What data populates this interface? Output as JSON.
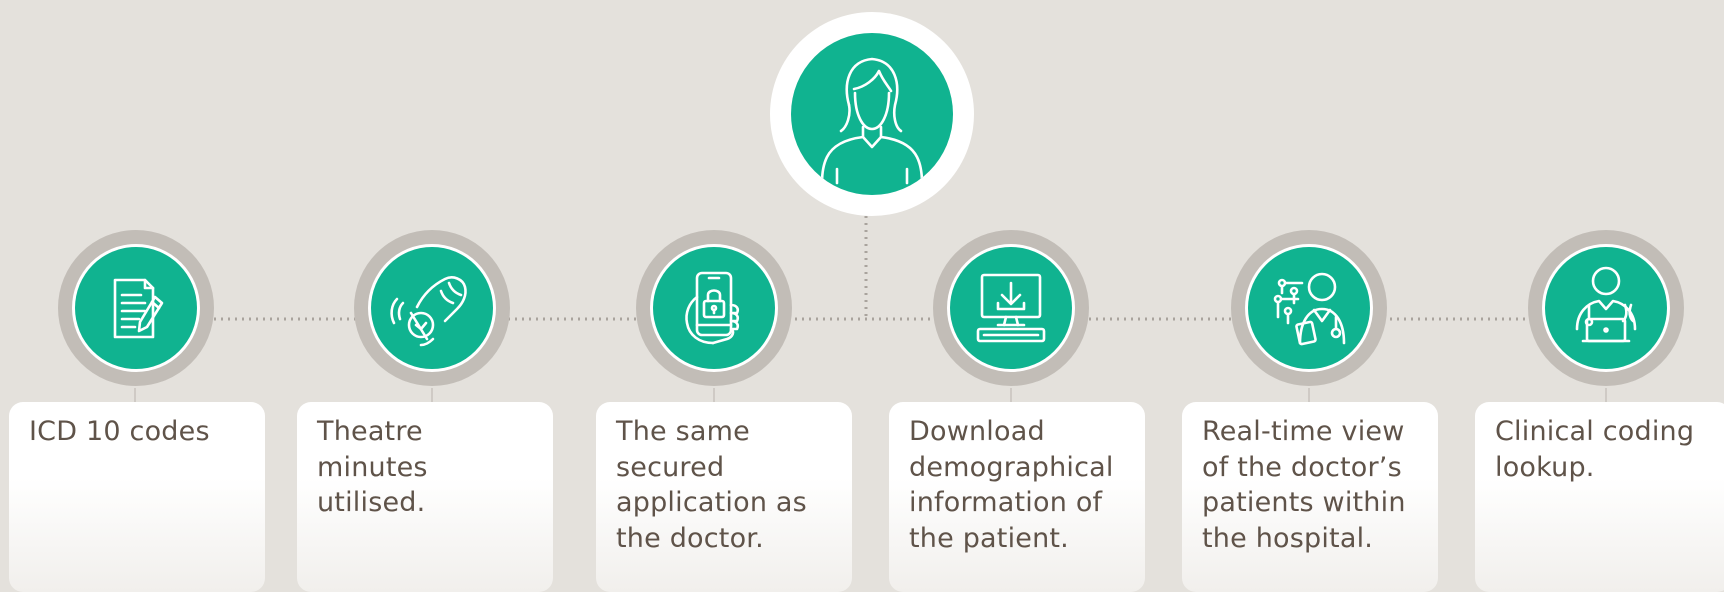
{
  "diagram": {
    "hub": {
      "icon": "woman-avatar-icon"
    },
    "steps": [
      {
        "icon": "document-edit-icon",
        "text": "ICD 10 codes"
      },
      {
        "icon": "smartwatch-wrist-icon",
        "text": "Theatre minutes utilised."
      },
      {
        "icon": "secure-phone-icon",
        "text": "The same secured application as the doctor."
      },
      {
        "icon": "computer-download-icon",
        "text": "Download demographical information of the patient."
      },
      {
        "icon": "doctor-network-icon",
        "text": "Real-time view of the doctor’s patients within the hospital."
      },
      {
        "icon": "doctor-laptop-icon",
        "text": "Clinical coding lookup."
      }
    ]
  },
  "colors": {
    "background": "#e4e1dc",
    "accent": "#10b390",
    "ring": "#c2bdb7",
    "text": "#5f5349"
  }
}
